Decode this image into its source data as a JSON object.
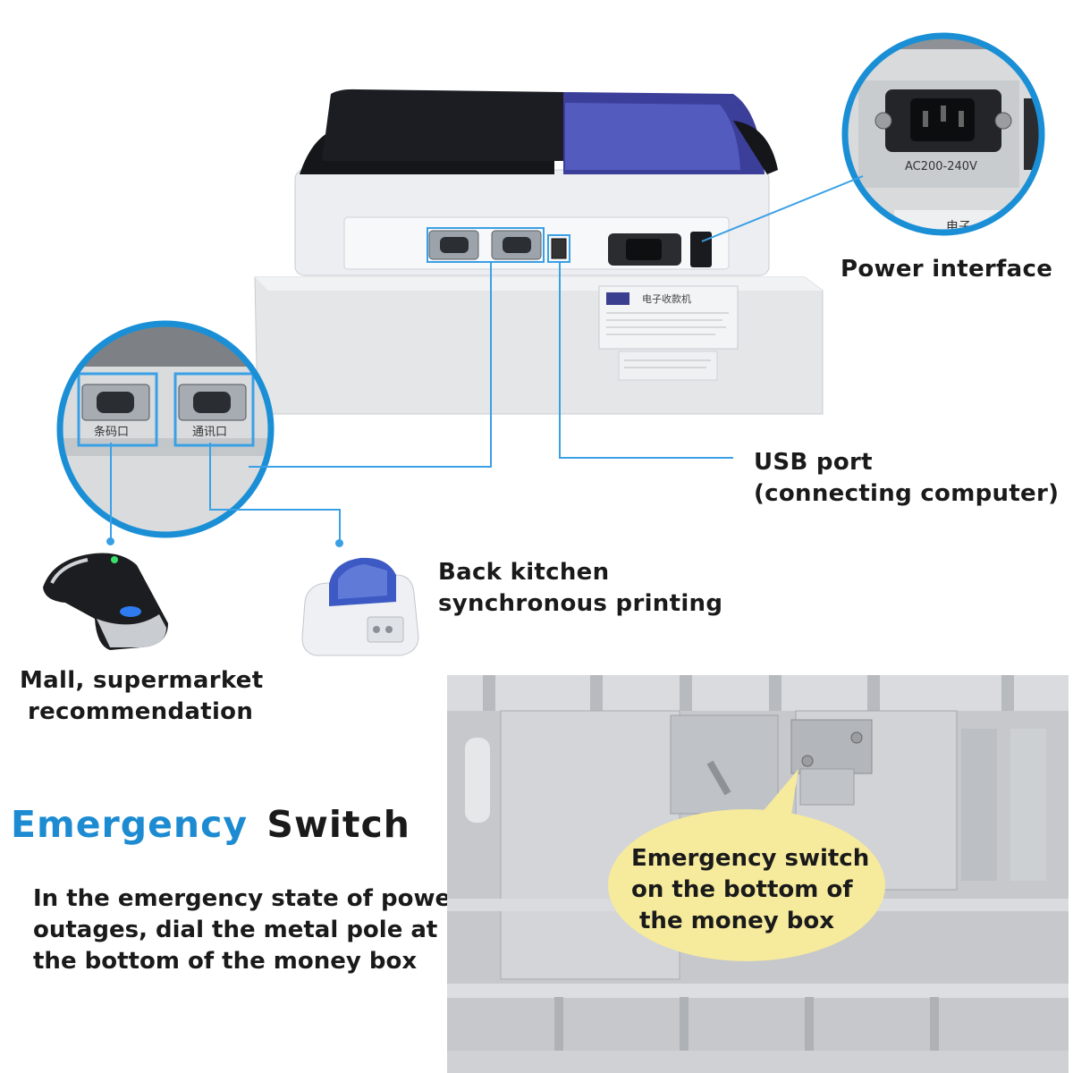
{
  "labels": {
    "power_interface": "Power interface",
    "usb_port_line1": "USB port",
    "usb_port_line2": "(connecting computer)",
    "back_kitchen_line1": "Back kitchen",
    "back_kitchen_line2": "synchronous printing",
    "mall_line1": "Mall, supermarket",
    "mall_line2": "recommendation"
  },
  "emergency": {
    "title_word1": "Emergency",
    "title_word2": "Switch",
    "description_lines": [
      "In the emergency state of power",
      "outages, dial the metal pole at",
      "the bottom of the money box"
    ],
    "bubble_lines": [
      "Emergency switch",
      "on the bottom of",
      "the money box"
    ]
  },
  "device_text": {
    "label_header": "电子收款机",
    "voltage": "AC200-240V",
    "port_label_barcode": "条码口",
    "port_label_comm": "通讯口",
    "inset_fragment": "电子"
  },
  "colors": {
    "accent_blue": "#1a8fd6",
    "line_blue": "#3aa0e6",
    "bubble_yellow": "#f6ea9c",
    "title_blue": "#1d8bd1",
    "title_dark": "#1a1a1a"
  }
}
